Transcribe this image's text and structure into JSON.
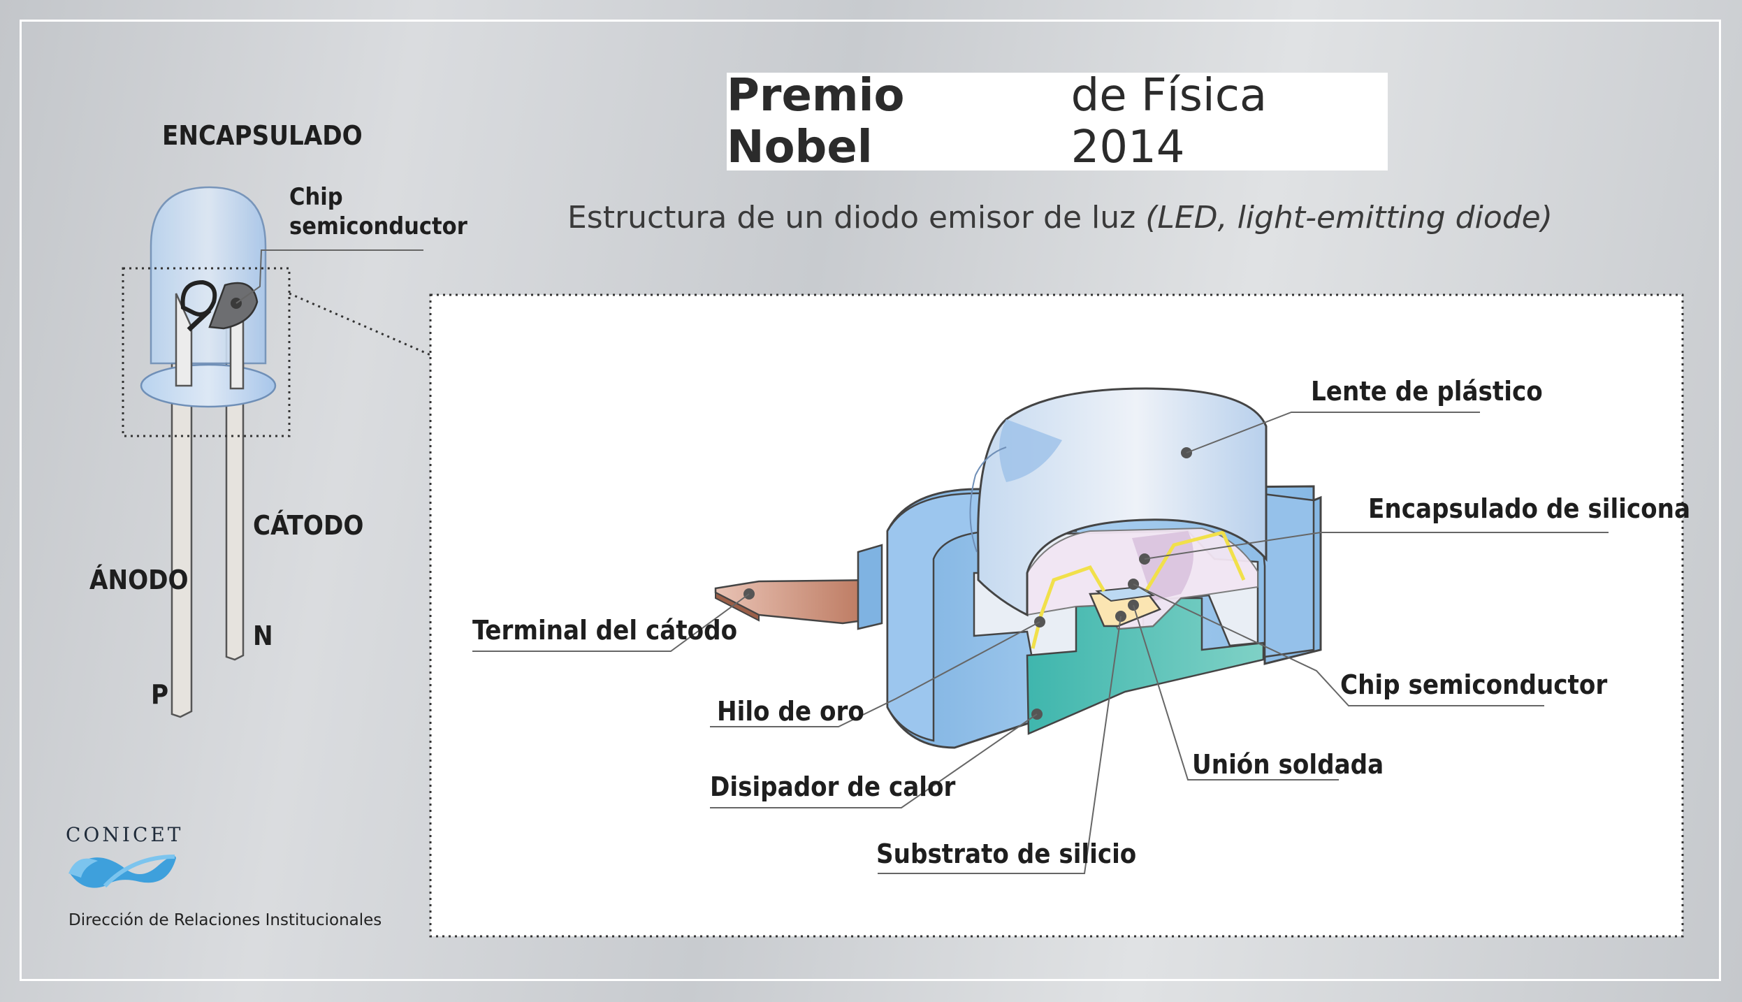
{
  "title": {
    "bold": "Premio Nobel",
    "rest": "de Física 2014"
  },
  "subtitle": {
    "main": "Estructura de un diodo emisor de luz",
    "italic": "(LED, light-emitting diode)"
  },
  "left_diagram": {
    "heading": "ENCAPSULADO",
    "chip_line1": "Chip",
    "chip_line2": "semiconductor",
    "catodo": "CÁTODO",
    "anodo": "ÁNODO",
    "n": "N",
    "p": "P"
  },
  "main_diagram": {
    "lente": "Lente de plástico",
    "encapsulado_silicona": "Encapsulado de silicona",
    "terminal_catodo": "Terminal del cátodo",
    "chip_semiconductor": "Chip semiconductor",
    "hilo_oro": "Hilo de oro",
    "union_soldada": "Unión soldada",
    "disipador": "Disipador de calor",
    "substrato": "Substrato de silicio"
  },
  "footer": {
    "org": "CONICET",
    "dept": "Dirección de Relaciones Institucionales"
  },
  "colors": {
    "lens_blue": "#a9c9ea",
    "body_blue": "#8fbfe8",
    "heatsink_teal": "#5cc1b9",
    "copper": "#c0836a",
    "wire_yellow": "#f1e04a"
  }
}
